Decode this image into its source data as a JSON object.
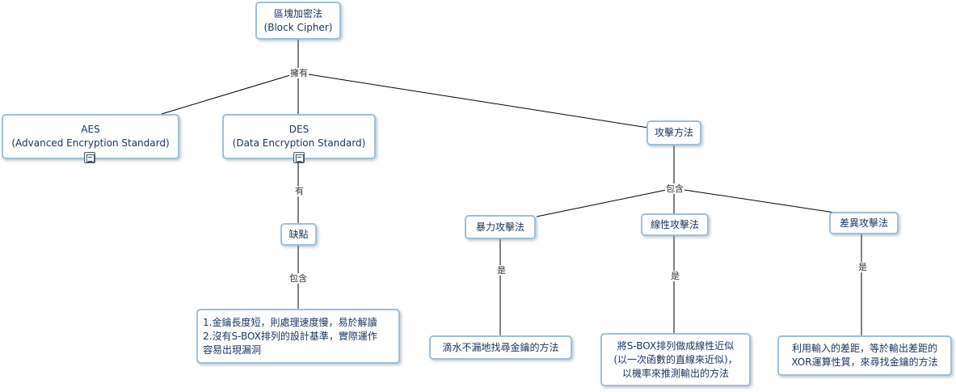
{
  "root": {
    "line1": "區塊加密法",
    "line2": "(Block Cipher)"
  },
  "edge_labels": {
    "has": "擁有",
    "des_has": "有",
    "weak_includes": "包含",
    "attack_includes": "包含",
    "brute_is": "是",
    "linear_is": "是",
    "diff_is": "是"
  },
  "aes": {
    "line1": "AES",
    "line2": "(Advanced Encryption Standard)"
  },
  "des": {
    "line1": "DES",
    "line2": "(Data Encryption Standard)"
  },
  "attack": {
    "label": "攻擊方法"
  },
  "weakness": {
    "label": "缺點"
  },
  "weakness_detail": {
    "line1": "1.金鑰長度短，則處理速度慢，易於解讀",
    "line2": "2.沒有S-BOX排列的設計基準，實際運作",
    "line3": "容易出現漏洞"
  },
  "brute": {
    "label": "暴力攻擊法",
    "detail": "滴水不漏地找尋金鑰的方法"
  },
  "linear": {
    "label": "線性攻擊法",
    "detail_line1": "將S-BOX排列做成線性近似",
    "detail_line2": "(以一次函數的直線來近似)，",
    "detail_line3": "以機率來推測輸出的方法"
  },
  "diff": {
    "label": "差異攻擊法",
    "detail_line1": "利用輸入的差距，等於輸出差距的",
    "detail_line2": "XOR運算性質，來尋找金鑰的方法"
  },
  "icons": [
    "note-icon",
    "note-icon"
  ],
  "colors": {
    "node_border": "#9fbfd6",
    "text": "#1a3560",
    "edge": "#000000"
  }
}
